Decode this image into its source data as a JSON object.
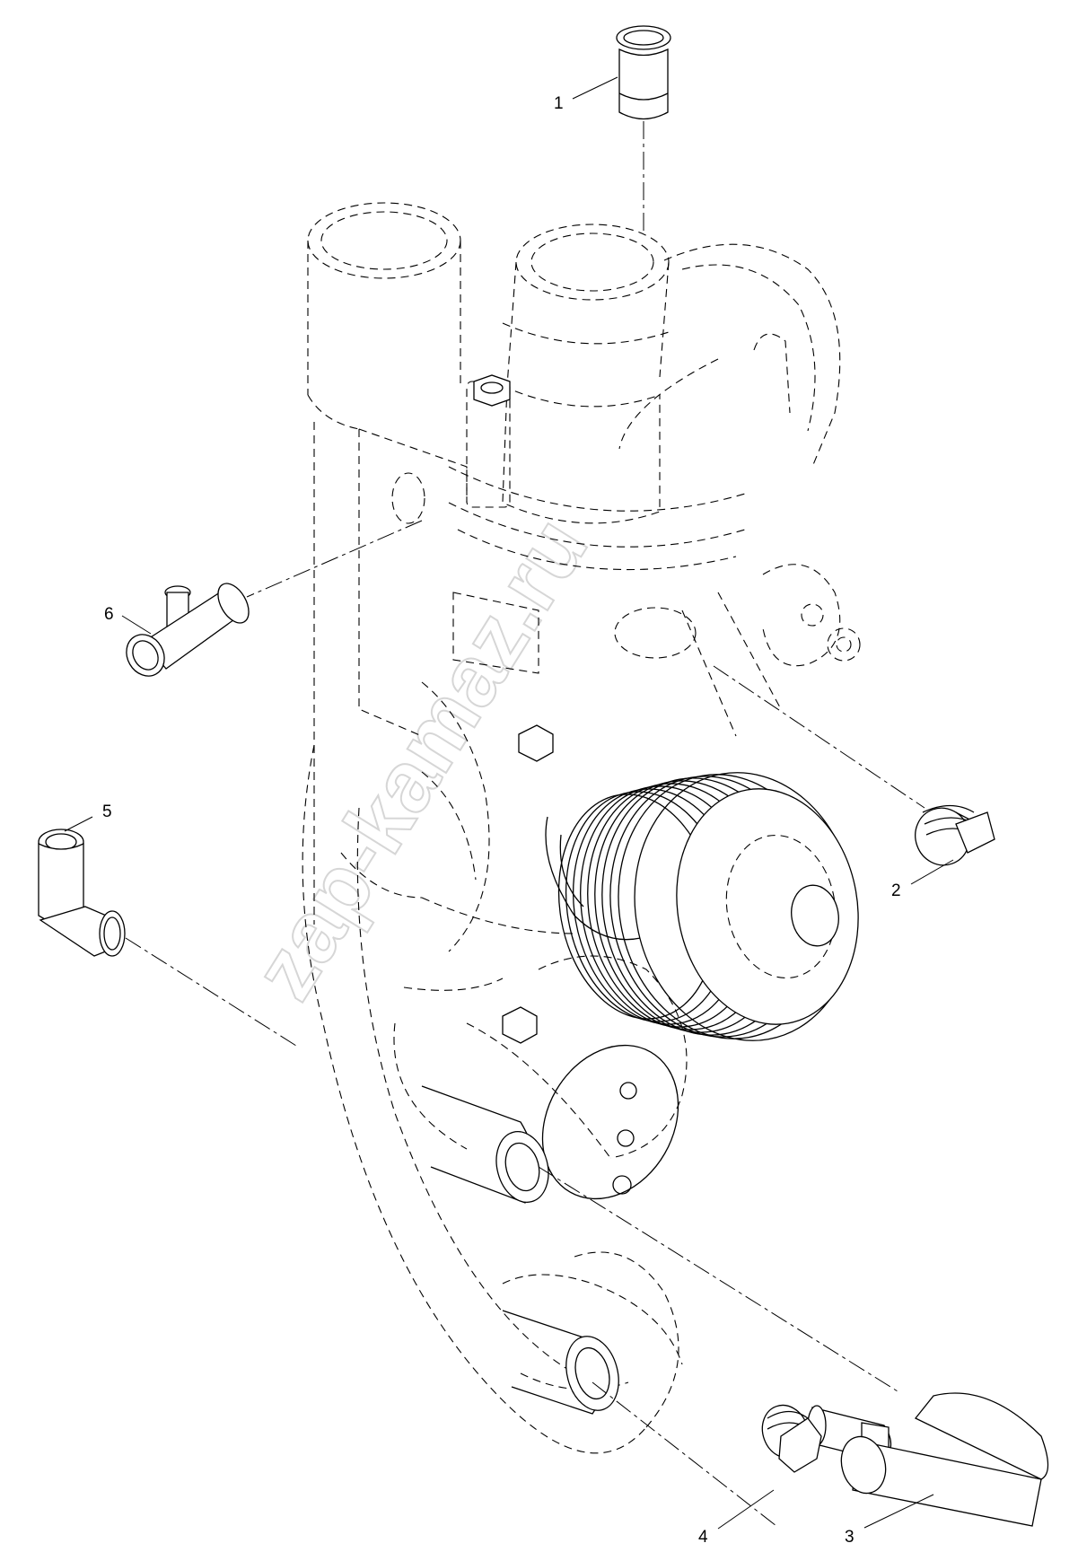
{
  "diagram": {
    "watermark": "zap-kamaz.ru",
    "corner_mark": "",
    "callouts": [
      {
        "id": "1",
        "label": "1"
      },
      {
        "id": "2",
        "label": "2"
      },
      {
        "id": "3",
        "label": "3"
      },
      {
        "id": "4",
        "label": "4"
      },
      {
        "id": "5",
        "label": "5"
      },
      {
        "id": "6",
        "label": "6"
      }
    ],
    "parts": [
      {
        "callout": "1",
        "icon": "sleeve-tube-icon"
      },
      {
        "callout": "2",
        "icon": "hex-plug-icon"
      },
      {
        "callout": "3",
        "icon": "bent-pipe-icon"
      },
      {
        "callout": "4",
        "icon": "hex-plug-small-icon"
      },
      {
        "callout": "5",
        "icon": "elbow-tube-icon"
      },
      {
        "callout": "6",
        "icon": "tee-fitting-icon"
      }
    ],
    "colors": {
      "line": "#000000",
      "background": "#ffffff",
      "watermark": "#c9c9c9"
    }
  }
}
